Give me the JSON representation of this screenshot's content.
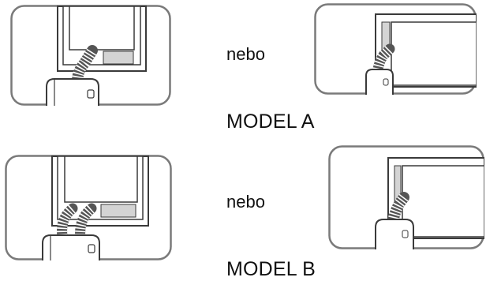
{
  "rows": [
    {
      "or_label": "nebo",
      "model_label": "MODEL A"
    },
    {
      "or_label": "nebo",
      "model_label": "MODEL B"
    }
  ],
  "illustrations": [
    {
      "name": "model-a-single-hose-vertical-window"
    },
    {
      "name": "model-a-single-hose-horizontal-window"
    },
    {
      "name": "model-b-double-hose-vertical-window"
    },
    {
      "name": "model-b-single-hose-horizontal-window"
    }
  ],
  "colors": {
    "line": "#3a3a3a",
    "panel_border": "#7a7a7a",
    "hose": "#555555",
    "text": "#111111"
  }
}
